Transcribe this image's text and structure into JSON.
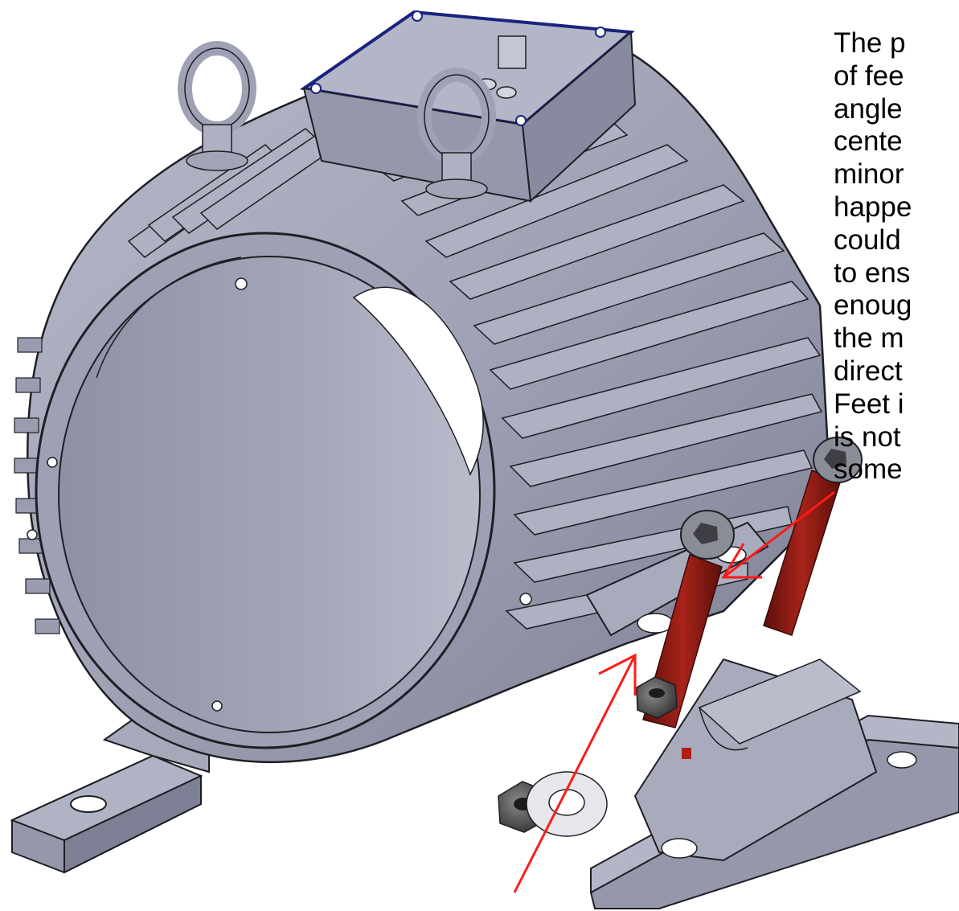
{
  "slide": {
    "background": "#ffffff",
    "caption_lines": [
      "The p",
      "of fee",
      "angle",
      "cente",
      "minor",
      "happe",
      "could",
      "to ens",
      "enoug",
      "the m",
      "direct",
      "Feet i",
      "is not",
      "some"
    ]
  },
  "illustration": {
    "subject": "exploded CAD view of motor housing with cooling fins, two lifting eye bolts, terminal box, mounting feet, socket-head cap screws, nuts and washer",
    "colors": {
      "body": "#9fa2b4",
      "body_dark": "#6f7287",
      "outline": "#1e1e24",
      "bolt": "#8a1a12",
      "nut": "#3a3a3a",
      "washer": "#e4e4e8",
      "terminal_box_edge": "#1a237e",
      "arrow": "#ff1a1a"
    },
    "arrows": [
      "arrow-to-bolt",
      "arrow-to-foot-hole"
    ]
  }
}
